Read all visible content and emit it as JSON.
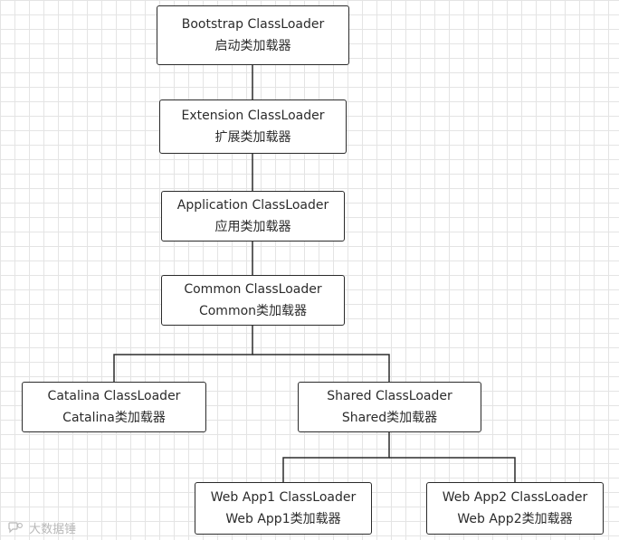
{
  "diagram": {
    "nodes": {
      "bootstrap": {
        "name": "Bootstrap ClassLoader",
        "desc": "启动类加载器"
      },
      "extension": {
        "name": "Extension ClassLoader",
        "desc": "扩展类加载器"
      },
      "application": {
        "name": "Application ClassLoader",
        "desc": "应用类加载器"
      },
      "common": {
        "name": "Common ClassLoader",
        "desc": "Common类加载器"
      },
      "catalina": {
        "name": "Catalina ClassLoader",
        "desc": "Catalina类加载器"
      },
      "shared": {
        "name": "Shared ClassLoader",
        "desc": "Shared类加载器"
      },
      "webapp1": {
        "name": "Web App1 ClassLoader",
        "desc": "Web App1类加载器"
      },
      "webapp2": {
        "name": "Web App2 ClassLoader",
        "desc": "Web App2类加载器"
      }
    },
    "edges": [
      [
        "bootstrap",
        "extension"
      ],
      [
        "extension",
        "application"
      ],
      [
        "application",
        "common"
      ],
      [
        "common",
        "catalina"
      ],
      [
        "common",
        "shared"
      ],
      [
        "shared",
        "webapp1"
      ],
      [
        "shared",
        "webapp2"
      ]
    ]
  },
  "watermark": {
    "text": "大数据锤"
  },
  "colors": {
    "stroke": "#2b2b2b",
    "grid": "#e4e4e4",
    "background": "#ffffff"
  }
}
